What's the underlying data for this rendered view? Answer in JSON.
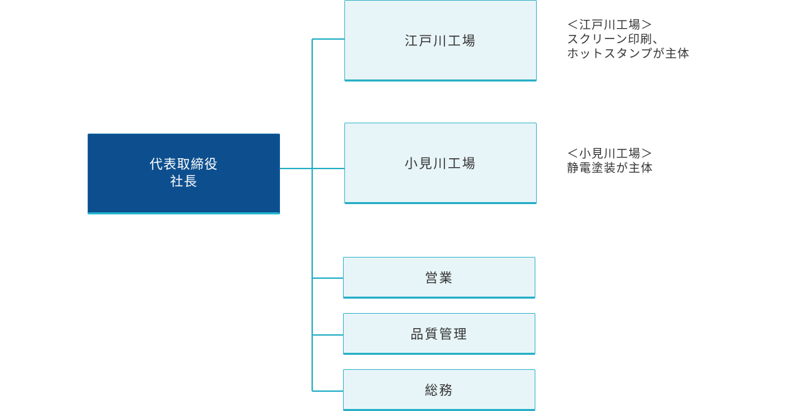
{
  "org_chart": {
    "root": {
      "line1": "代表取締役",
      "line2": "社長"
    },
    "departments": [
      "江戸川工場",
      "小見川工場",
      "営業",
      "品質管理",
      "総務"
    ],
    "notes": {
      "edogawa": [
        "＜江戸川工場＞",
        "スクリーン印刷、",
        "ホットスタンプが主体"
      ],
      "omigawa": [
        "＜小見川工場＞",
        "静電塗装が主体"
      ]
    }
  },
  "colors": {
    "root_fill": "#0d4f8e",
    "box_fill": "#e8f5f8",
    "line": "#2ab0c7"
  }
}
